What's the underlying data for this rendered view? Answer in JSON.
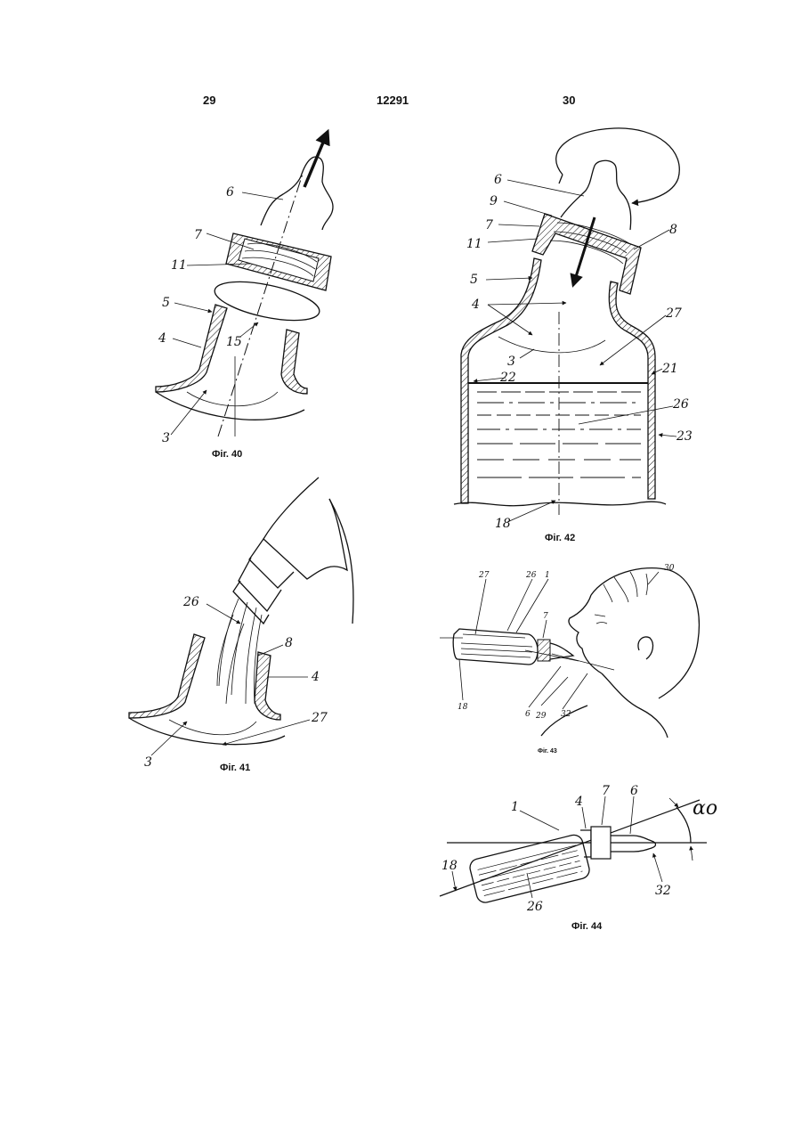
{
  "header": {
    "left_page": "29",
    "patent_number": "12291",
    "right_page": "30"
  },
  "figures": {
    "fig40": {
      "caption": "Фіг. 40",
      "labels": [
        "6",
        "7",
        "11",
        "5",
        "4",
        "15",
        "3"
      ]
    },
    "fig41": {
      "caption": "Фіг. 41",
      "labels": [
        "26",
        "8",
        "4",
        "27",
        "3"
      ]
    },
    "fig42": {
      "caption": "Фіг. 42",
      "labels": [
        "6",
        "9",
        "7",
        "8",
        "11",
        "5",
        "4",
        "27",
        "3",
        "22",
        "21",
        "26",
        "23",
        "18"
      ]
    },
    "fig43": {
      "caption": "Фіг. 43",
      "labels": [
        "27",
        "26",
        "1",
        "7",
        "30",
        "18",
        "6",
        "29",
        "32"
      ]
    },
    "fig44": {
      "caption": "Фіг. 44",
      "labels": [
        "1",
        "4",
        "7",
        "6",
        "αo",
        "18",
        "26",
        "32"
      ]
    }
  }
}
